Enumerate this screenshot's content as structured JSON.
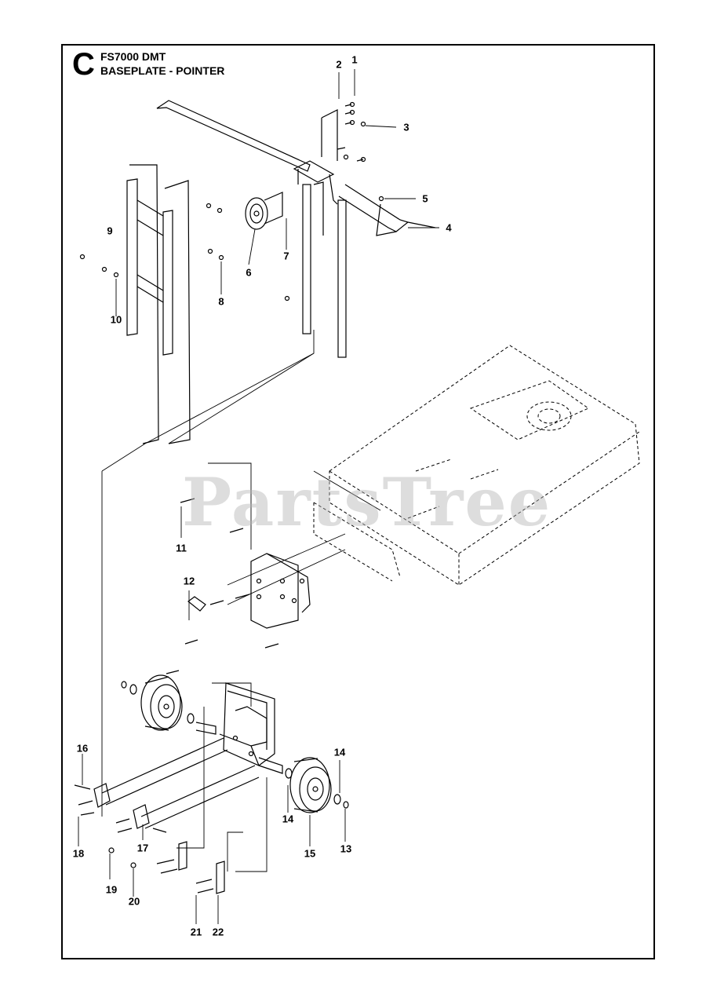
{
  "header": {
    "section_letter": "C",
    "model": "FS7000 DMT",
    "subtitle": "BASEPLATE - POINTER"
  },
  "watermark": "PartsTree",
  "callouts": [
    "1",
    "2",
    "3",
    "4",
    "5",
    "6",
    "7",
    "8",
    "9",
    "10",
    "11",
    "12",
    "13",
    "14",
    "14",
    "15",
    "16",
    "17",
    "18",
    "19",
    "20",
    "21",
    "22"
  ]
}
